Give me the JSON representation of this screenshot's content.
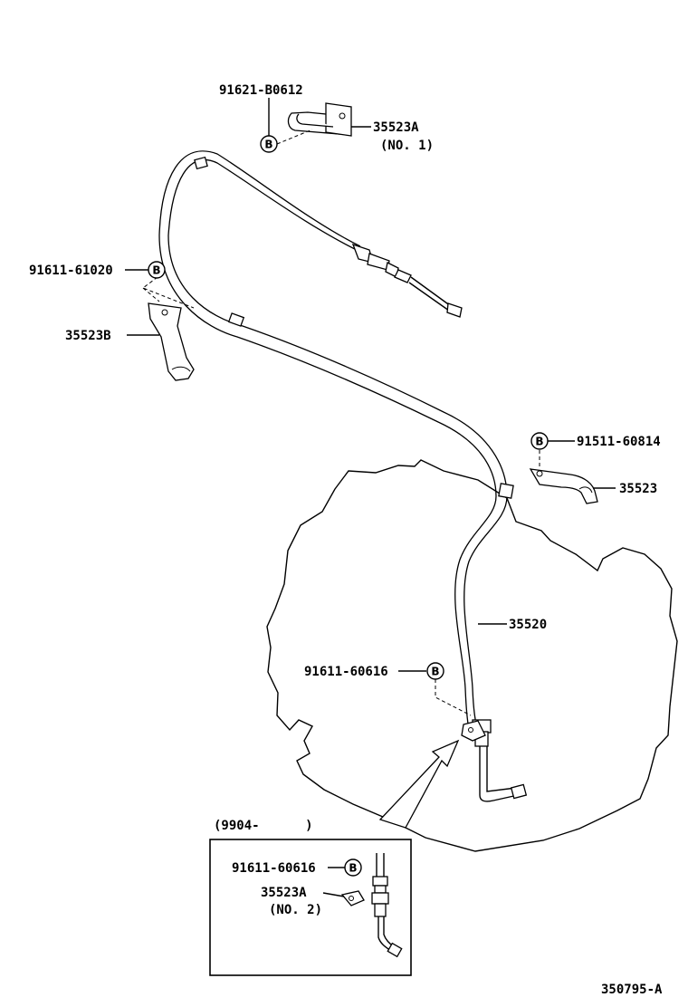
{
  "labels": {
    "bolt_top": "91621-B0612",
    "bracket_a_no1": "35523A",
    "bracket_a_no1_note": "(NO. 1)",
    "bolt_left": "91611-61020",
    "bracket_b": "35523B",
    "bolt_right": "91511-60814",
    "bracket_right": "35523",
    "cable": "35520",
    "bolt_lower": "91611-60616",
    "inset_range": "(9904-      )",
    "inset_bolt": "91611-60616",
    "inset_bracket": "35523A",
    "inset_bracket_note": "(NO. 2)",
    "diagram_code": "350795-A"
  },
  "callout_letter": "B"
}
